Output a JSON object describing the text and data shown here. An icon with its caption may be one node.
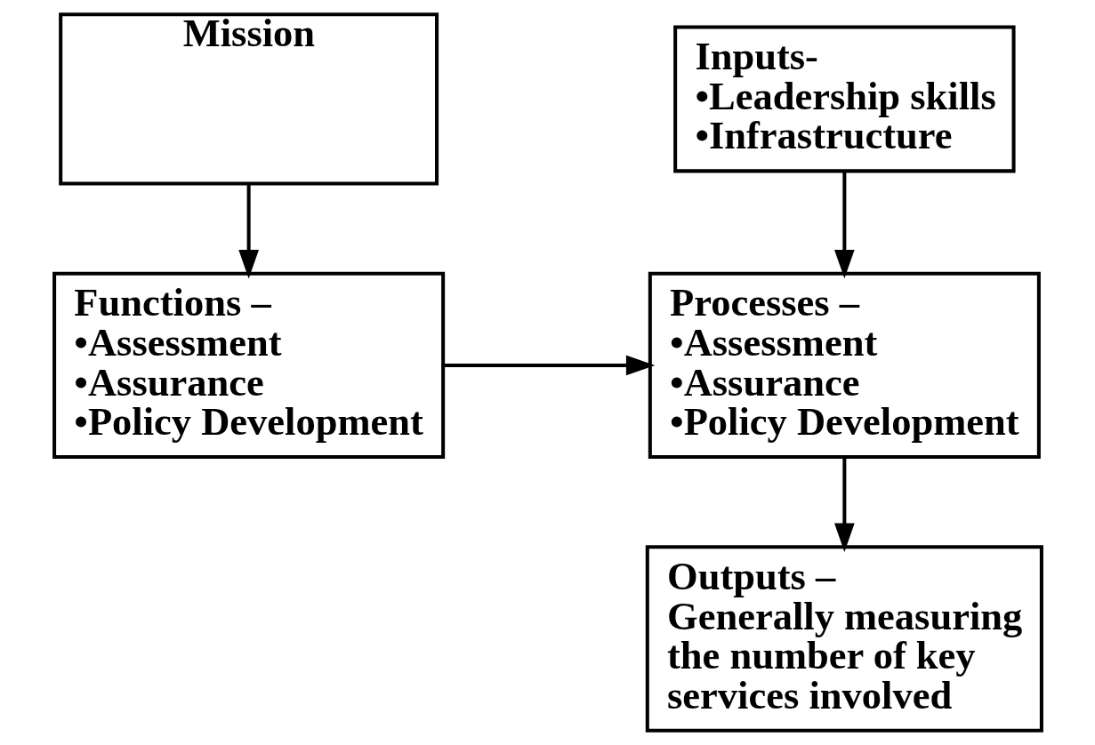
{
  "diagram": {
    "nodes": [
      {
        "text": [
          "Mission"
        ]
      },
      {
        "text": [
          "Inputs-",
          "•Leadership skills",
          "•Infrastructure"
        ]
      },
      {
        "text": [
          "Functions –",
          "•Assessment",
          "•Assurance",
          "•Policy Development"
        ]
      },
      {
        "text": [
          "Processes –",
          "•Assessment",
          "•Assurance",
          "•Policy Development"
        ]
      },
      {
        "text": [
          "Outputs –",
          "Generally measuring the number of key services involved"
        ]
      }
    ],
    "edges": [
      {
        "from": 0,
        "to": 2,
        "arrow": "to"
      },
      {
        "from": 1,
        "to": 3,
        "arrow": "to"
      },
      {
        "from": 2,
        "to": 3,
        "arrow": "to"
      },
      {
        "from": 3,
        "to": 4,
        "arrow": "to"
      }
    ]
  }
}
